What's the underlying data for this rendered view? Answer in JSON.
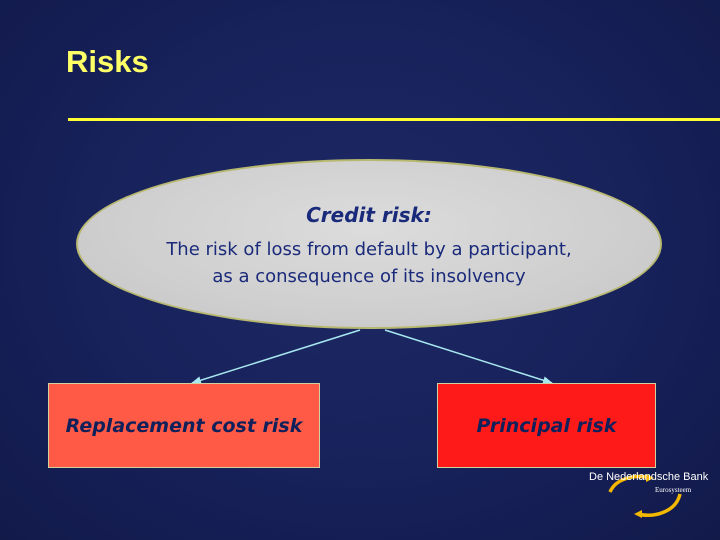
{
  "slide": {
    "title": "Risks"
  },
  "credit_risk": {
    "heading": "Credit risk:",
    "line1": "The risk of loss from default by a participant,",
    "line2": "as a consequence of its insolvency"
  },
  "branches": {
    "left": "Replacement cost risk",
    "right": "Principal risk"
  },
  "logo": {
    "name": "De Nederlandsche Bank",
    "subtitle": "Eurosysteem"
  },
  "colors": {
    "background": "#17215a",
    "title": "#ffff66",
    "rule": "#ffff33",
    "ellipse": "#d3d3d3",
    "text": "#1a2a7a",
    "left_box": "#ff5a45",
    "right_box": "#ff1a1a",
    "arrows": "#a8e8f0",
    "logo_arcs": "#f5b800"
  }
}
